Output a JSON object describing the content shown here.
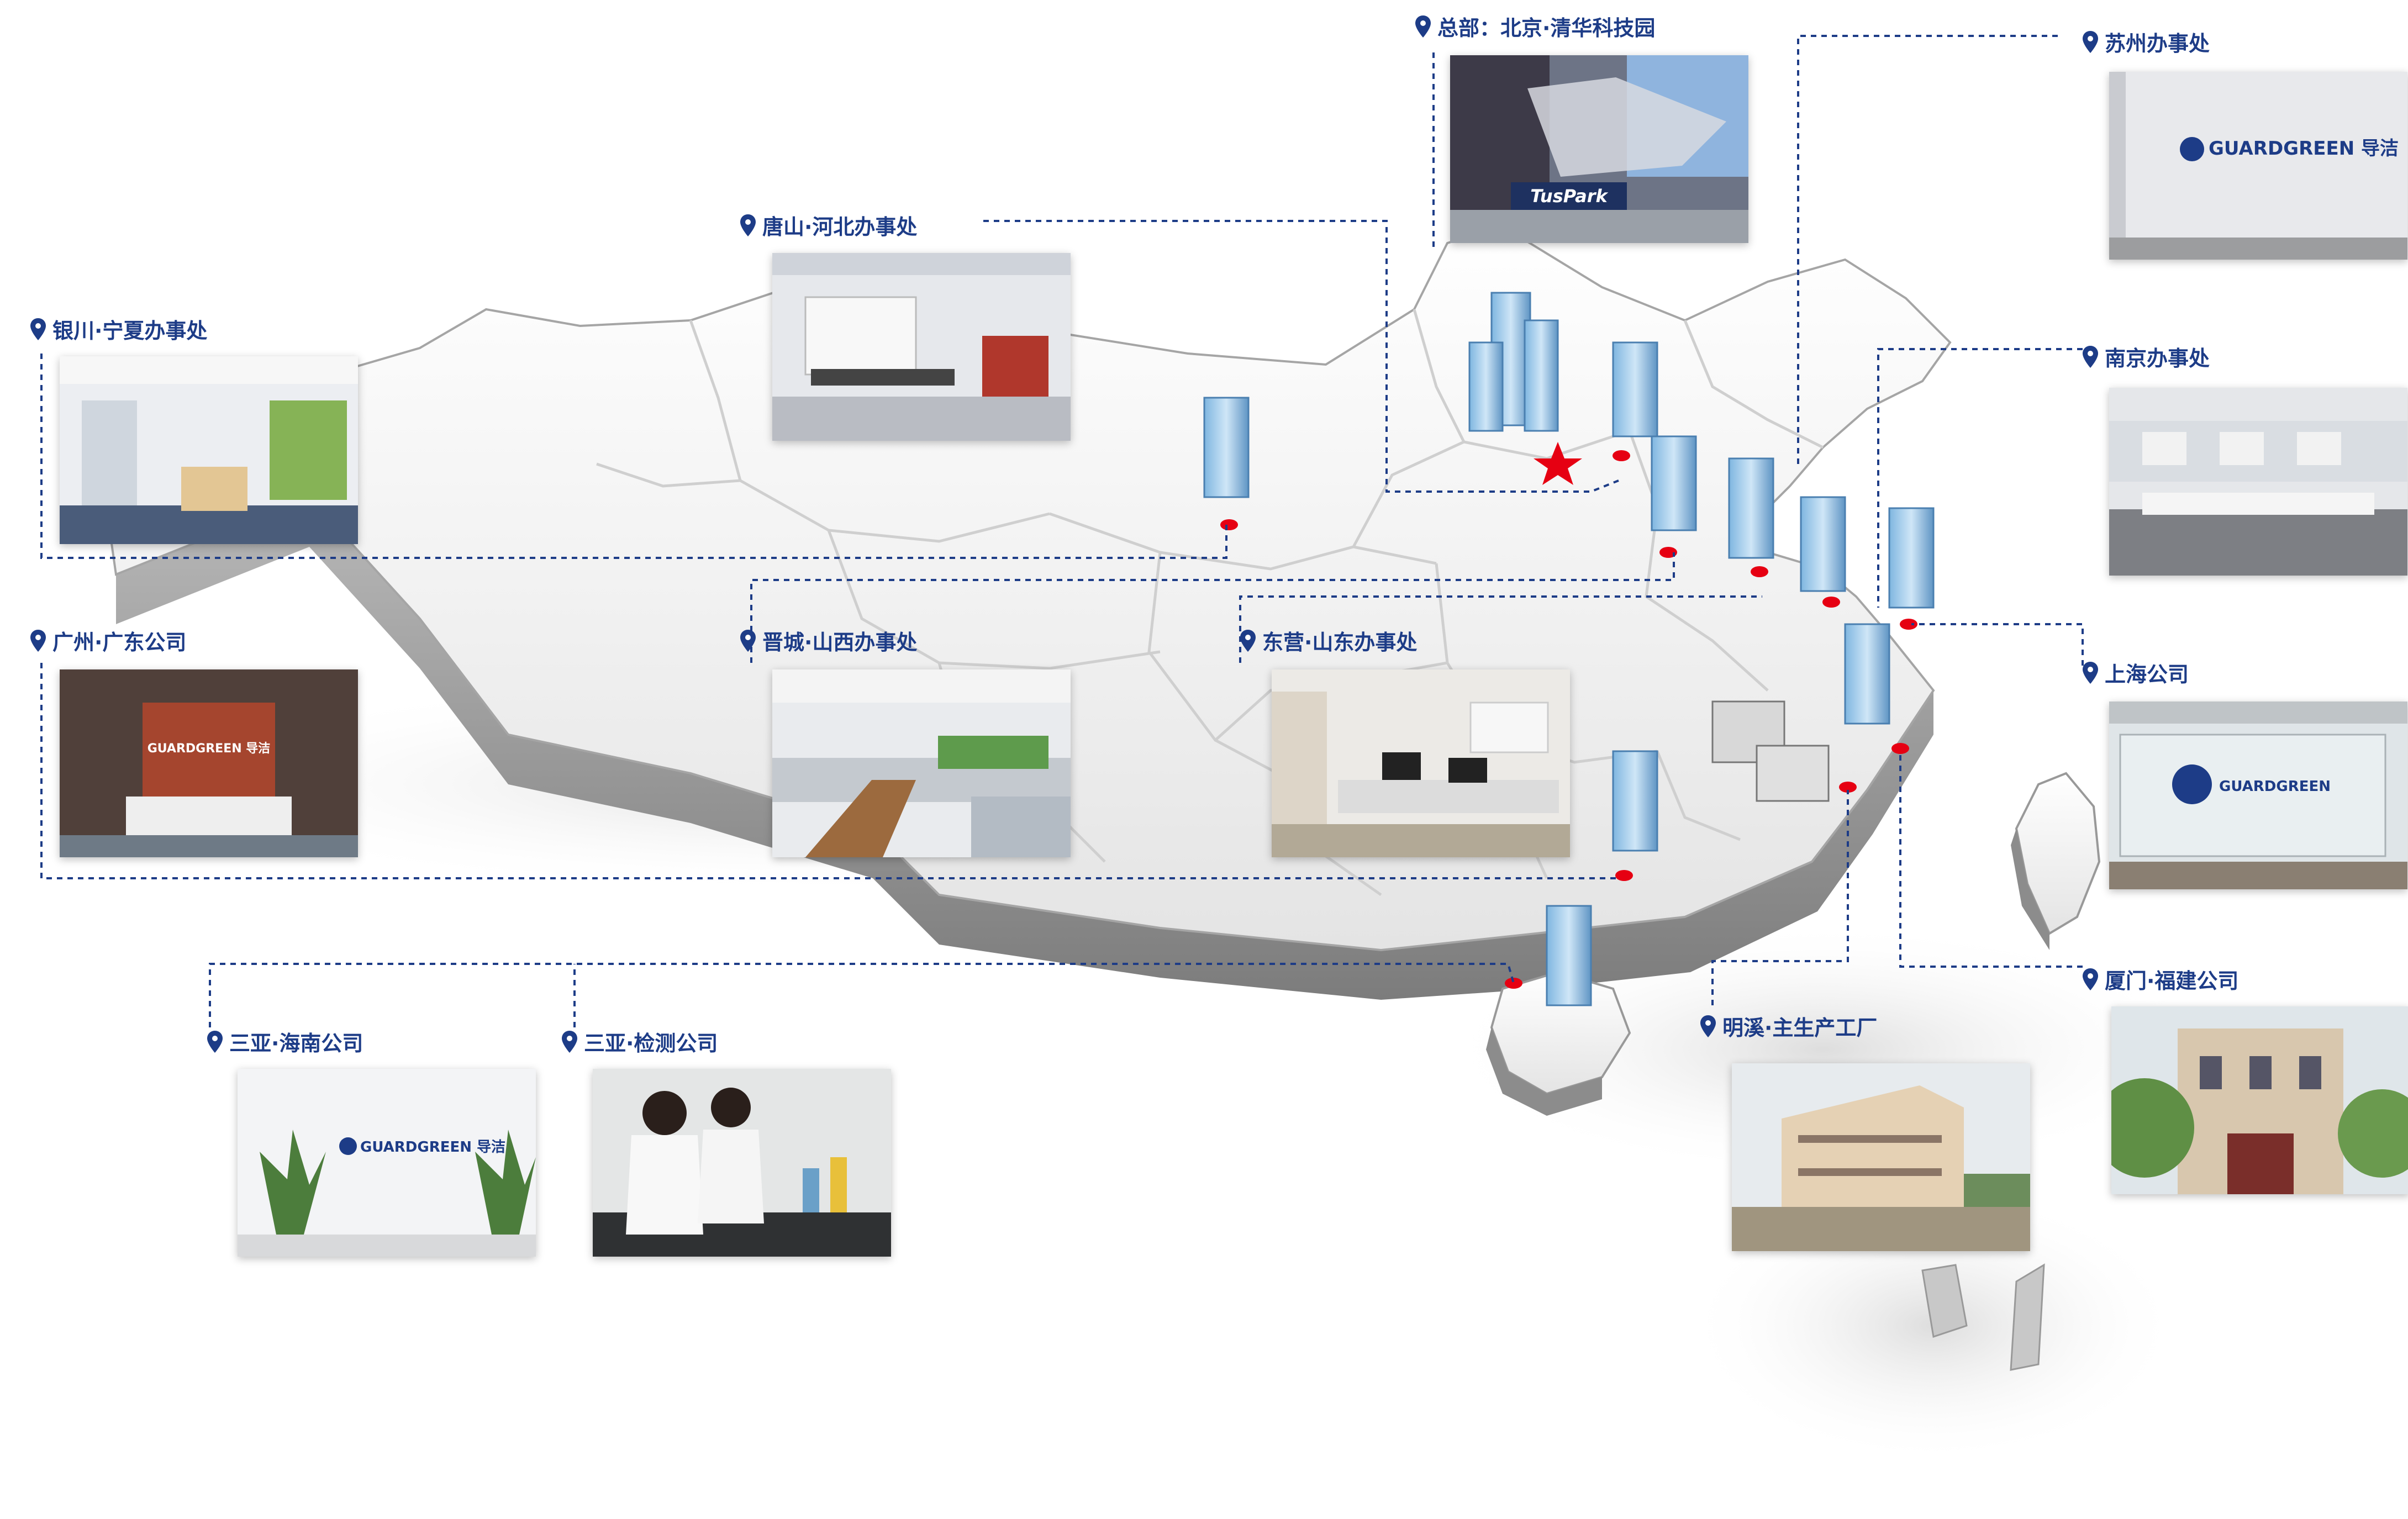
{
  "map": {
    "colors": {
      "accent": "#1d3c87",
      "marker": "#e60012",
      "leader": "#1d3c87",
      "land": "#eeeeee",
      "landEdge": "#9a9a9a",
      "border": "#d0d0d0"
    }
  },
  "locations": [
    {
      "id": "beijing-hq",
      "label": "总部：北京·清华科技园",
      "icon": "map-pin-icon",
      "photo": "tuspark-campus",
      "photo_text": "TusPark"
    },
    {
      "id": "suzhou",
      "label": "苏州办事处",
      "icon": "map-pin-icon",
      "photo": "brand-wall",
      "photo_text": "GUARDGREEN 导洁"
    },
    {
      "id": "tangshan",
      "label": "唐山·河北办事处",
      "icon": "map-pin-icon",
      "photo": "office-interior"
    },
    {
      "id": "yinchuan",
      "label": "银川·宁夏办事处",
      "icon": "map-pin-icon",
      "photo": "office-interior"
    },
    {
      "id": "nanjing",
      "label": "南京办事处",
      "icon": "map-pin-icon",
      "photo": "office-interior"
    },
    {
      "id": "guangzhou",
      "label": "广州·广东公司",
      "icon": "map-pin-icon",
      "photo": "reception",
      "photo_text": "GUARDGREEN 导洁"
    },
    {
      "id": "jincheng",
      "label": "晋城·山西办事处",
      "icon": "map-pin-icon",
      "photo": "office-interior"
    },
    {
      "id": "dongying",
      "label": "东营·山东办事处",
      "icon": "map-pin-icon",
      "photo": "office-interior"
    },
    {
      "id": "shanghai",
      "label": "上海公司",
      "icon": "map-pin-icon",
      "photo": "glass-logo",
      "photo_text": "GUARDGREEN"
    },
    {
      "id": "xiamen",
      "label": "厦门·福建公司",
      "icon": "map-pin-icon",
      "photo": "building-facade"
    },
    {
      "id": "mingxi",
      "label": "明溪·主生产工厂",
      "icon": "map-pin-icon",
      "photo": "factory"
    },
    {
      "id": "sanya-hainan",
      "label": "三亚·海南公司",
      "icon": "map-pin-icon",
      "photo": "brand-wall-plants",
      "photo_text": "GUARDGREEN 导洁"
    },
    {
      "id": "sanya-lab",
      "label": "三亚·检测公司",
      "icon": "map-pin-icon",
      "photo": "laboratory"
    }
  ]
}
